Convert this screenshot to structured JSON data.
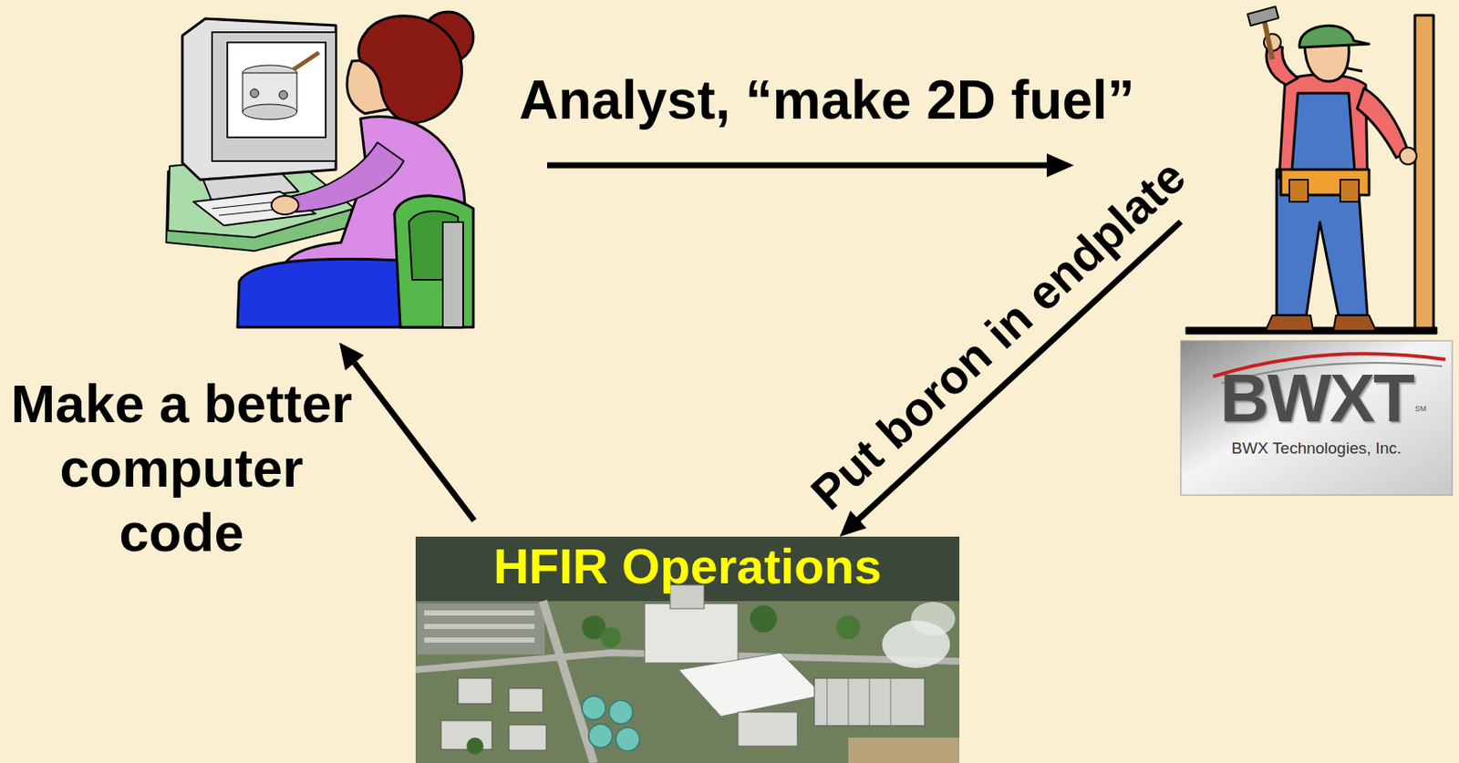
{
  "diagram": {
    "nodes": [
      {
        "text": [
          "BWXT",
          "BWX Technologies, Inc."
        ]
      },
      {
        "text": [
          "HFIR Operations"
        ]
      }
    ],
    "edges": [
      {
        "from": 0,
        "to": 1,
        "label": "Put boron in endplate",
        "arrow": "to"
      }
    ],
    "labels": [
      "Analyst, “make 2D fuel”",
      "Make a better computer code",
      "SM"
    ]
  }
}
